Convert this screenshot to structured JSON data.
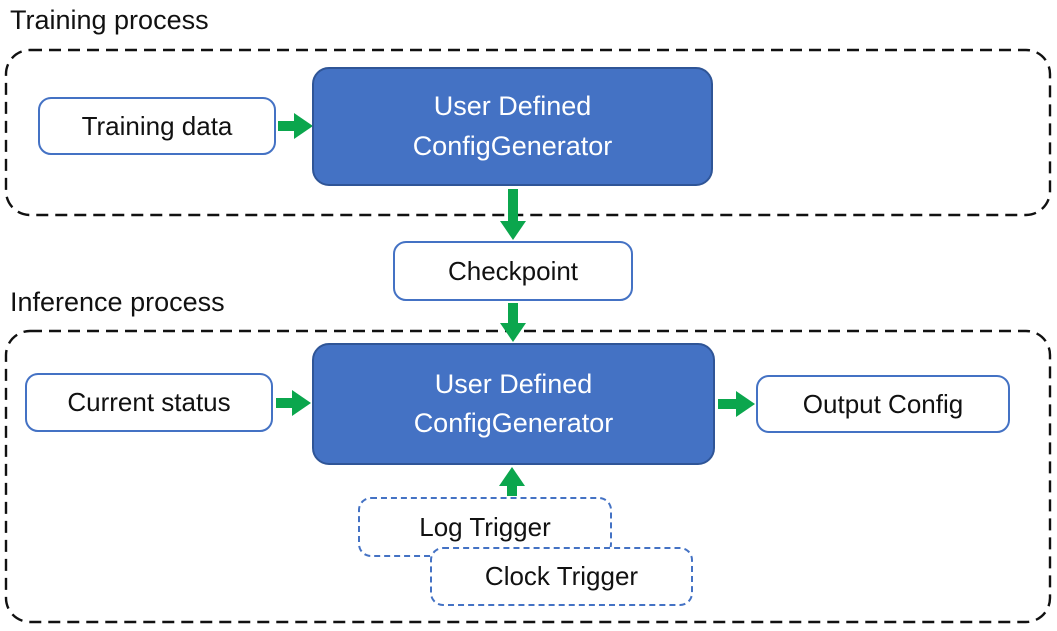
{
  "colors": {
    "blue_fill": "#4472C4",
    "blue_stroke": "#2F5597",
    "box_border": "#4472C4",
    "green": "#0BA64D",
    "dash": "#111111",
    "text_dark": "#111111",
    "text_light": "#FFFFFF"
  },
  "sections": {
    "training": {
      "label": "Training process"
    },
    "inference": {
      "label": "Inference process"
    }
  },
  "nodes": {
    "training_data": {
      "label": "Training data"
    },
    "generator_training": {
      "label": "User Defined\nConfigGenerator"
    },
    "checkpoint": {
      "label": "Checkpoint"
    },
    "current_status": {
      "label": "Current status"
    },
    "generator_inference": {
      "label": "User Defined\nConfigGenerator"
    },
    "output_config": {
      "label": "Output Config"
    },
    "log_trigger": {
      "label": "Log Trigger"
    },
    "clock_trigger": {
      "label": "Clock Trigger"
    }
  }
}
